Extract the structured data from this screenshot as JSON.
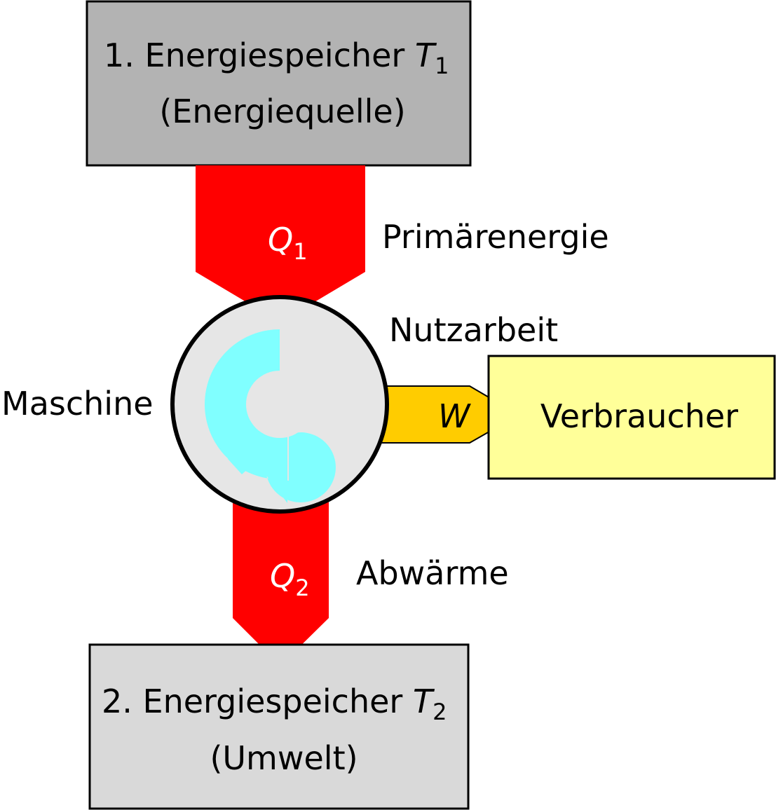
{
  "source_box": {
    "line1": "1. Energiespeicher ",
    "var": "T",
    "sub": "1",
    "line2": "(Energiequelle)",
    "fill": "#b3b3b3"
  },
  "sink_box": {
    "line1": "2. Energiespeicher ",
    "var": "T",
    "sub": "2",
    "line2": "(Umwelt)",
    "fill": "#d9d9d9"
  },
  "heat_in_arrow": {
    "var": "Q",
    "sub": "1",
    "label": "Primärenergie",
    "fill": "#ff0000"
  },
  "heat_out_arrow": {
    "var": "Q",
    "sub": "2",
    "label": "Abwärme",
    "fill": "#ff0000"
  },
  "work_arrow": {
    "var": "W",
    "label": "Nutzarbeit",
    "fill": "#ffcc00"
  },
  "machine": {
    "label": "Maschine",
    "fill": "#e6e6e6",
    "cycle_color": "#80ffff"
  },
  "consumer_box": {
    "label": "Verbraucher",
    "fill": "#ffff99"
  }
}
